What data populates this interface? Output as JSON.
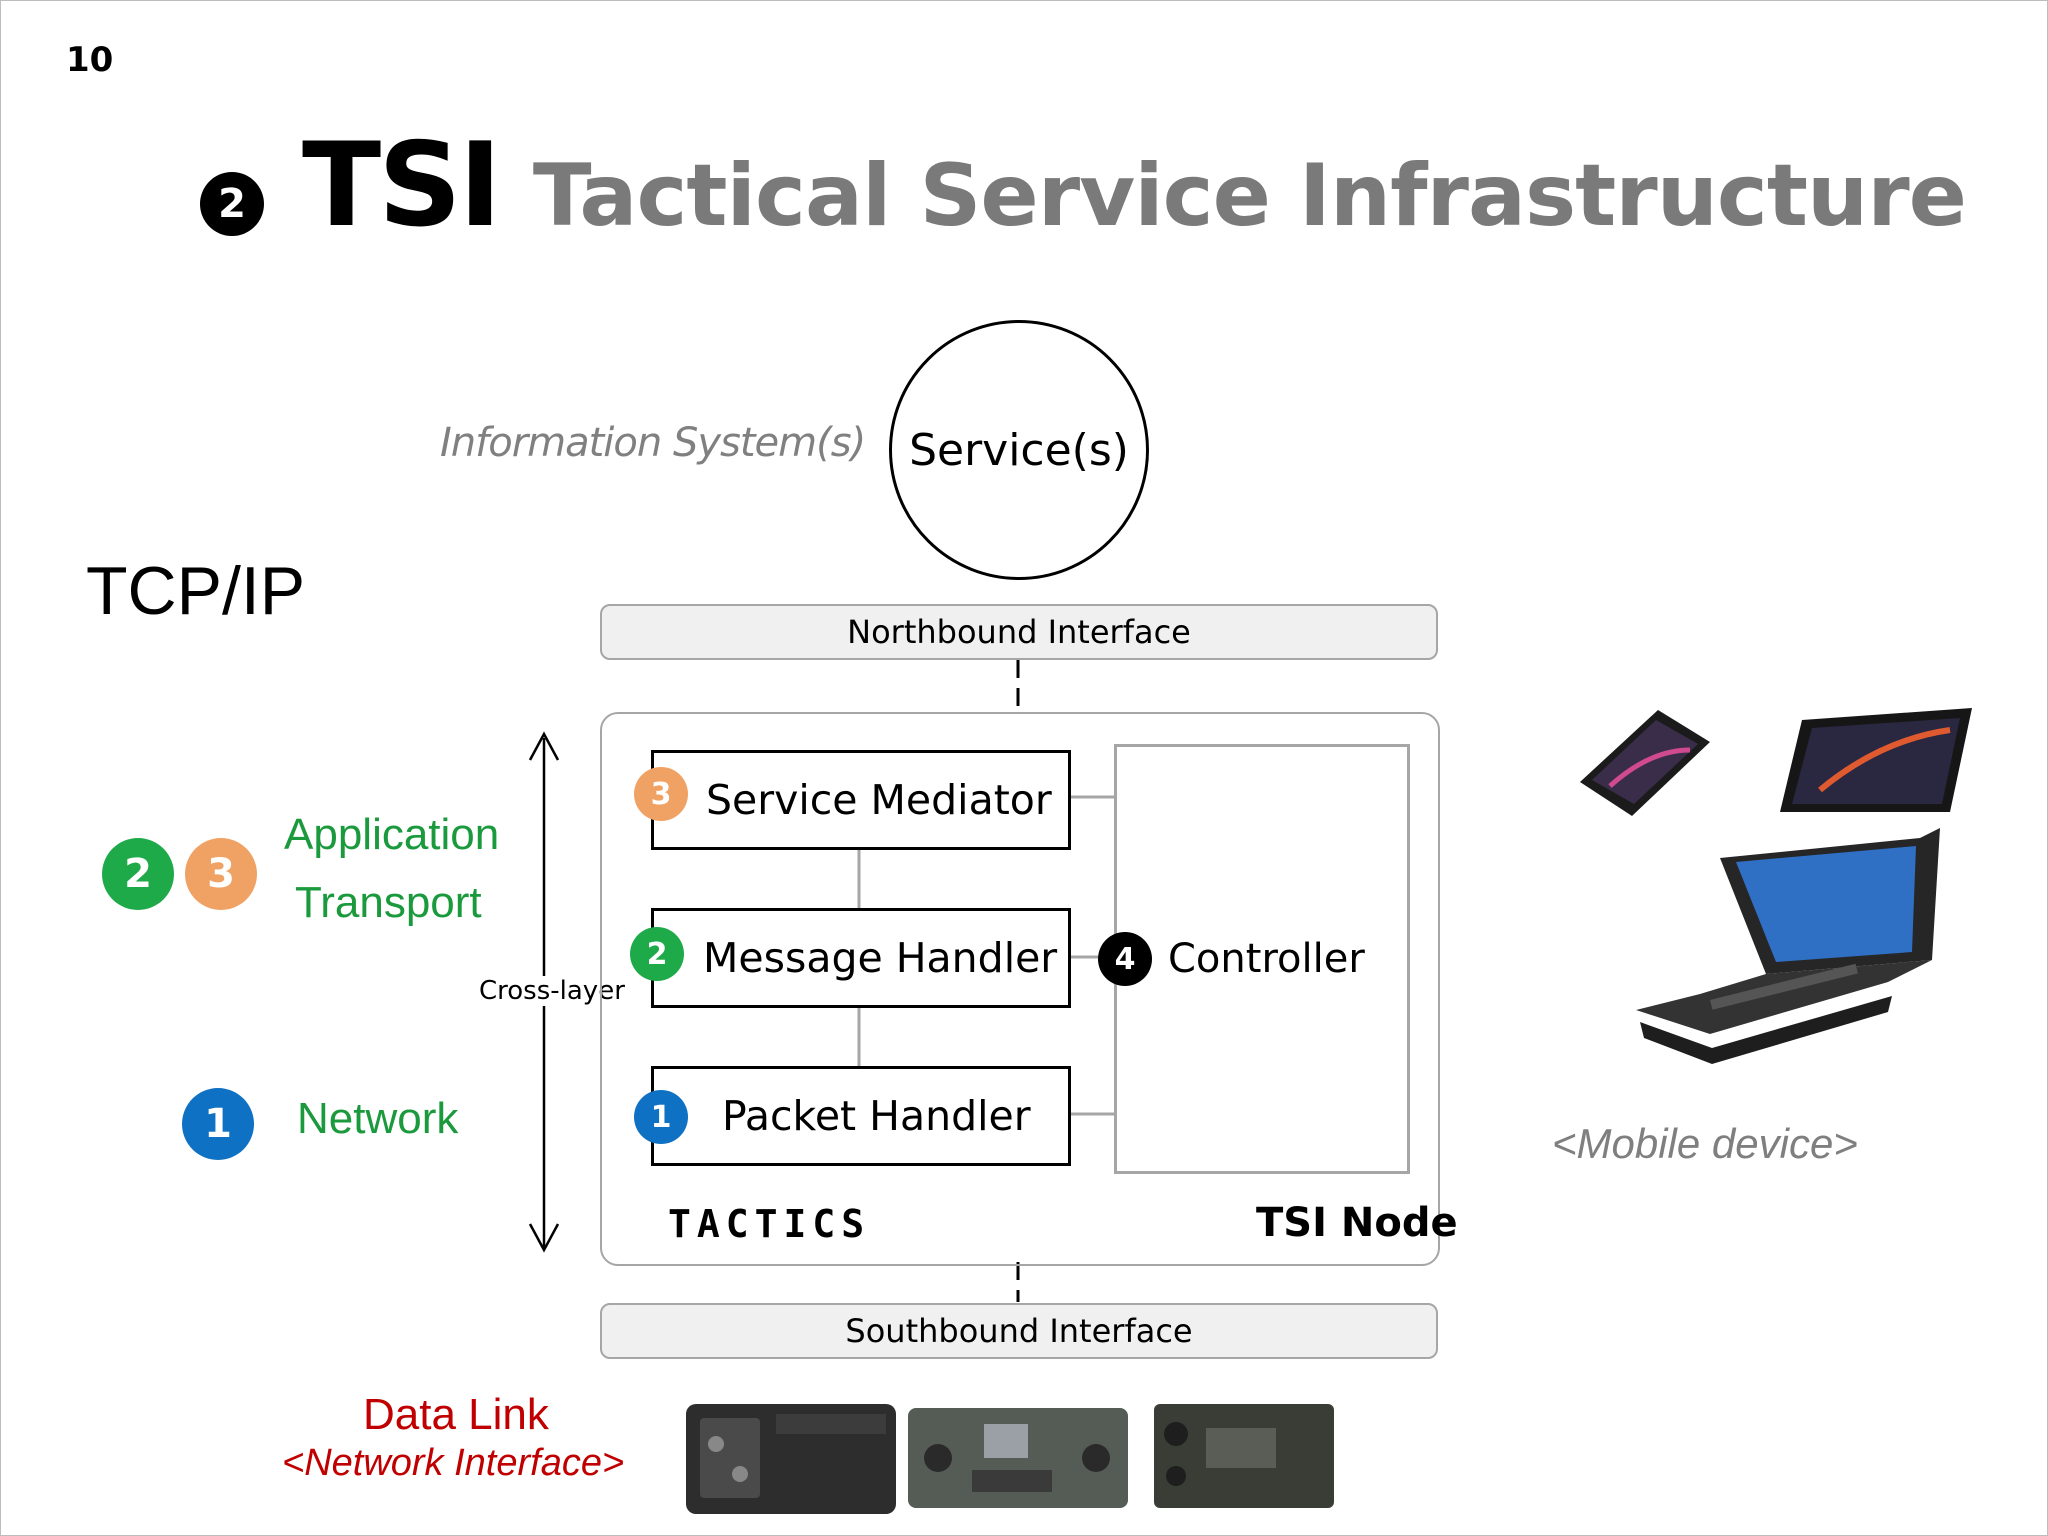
{
  "page_number": "10",
  "title": {
    "badge": "2",
    "main": "TSI",
    "subtitle": "Tactical Service Infrastructure"
  },
  "information_systems_label": "Information System(s)",
  "services_label": "Service(s)",
  "tcpip_label": "TCP/IP",
  "layers": {
    "application": {
      "label": "Application",
      "badges": [
        "2",
        "3"
      ]
    },
    "transport": {
      "label": "Transport"
    },
    "network": {
      "label": "Network",
      "badge": "1"
    },
    "cross_layer": "Cross-layer"
  },
  "northbound_interface": "Northbound Interface",
  "southbound_interface": "Southbound Interface",
  "node": {
    "components": [
      {
        "badge": "3",
        "label": "Service Mediator"
      },
      {
        "badge": "2",
        "label": "Message Handler"
      },
      {
        "badge": "1",
        "label": "Packet Handler"
      }
    ],
    "controller": {
      "badge": "4",
      "label": "Controller"
    },
    "logo": "TACTICS",
    "name": "TSI Node"
  },
  "mobile_device_label": "<Mobile device>",
  "data_link": {
    "label": "Data Link",
    "sublabel": "<Network Interface>"
  },
  "colors": {
    "orange": "#f0a264",
    "green": "#1faa4a",
    "blue": "#0e71c3",
    "datalink_red": "#c00000",
    "gray_text": "#7a7a7a"
  }
}
